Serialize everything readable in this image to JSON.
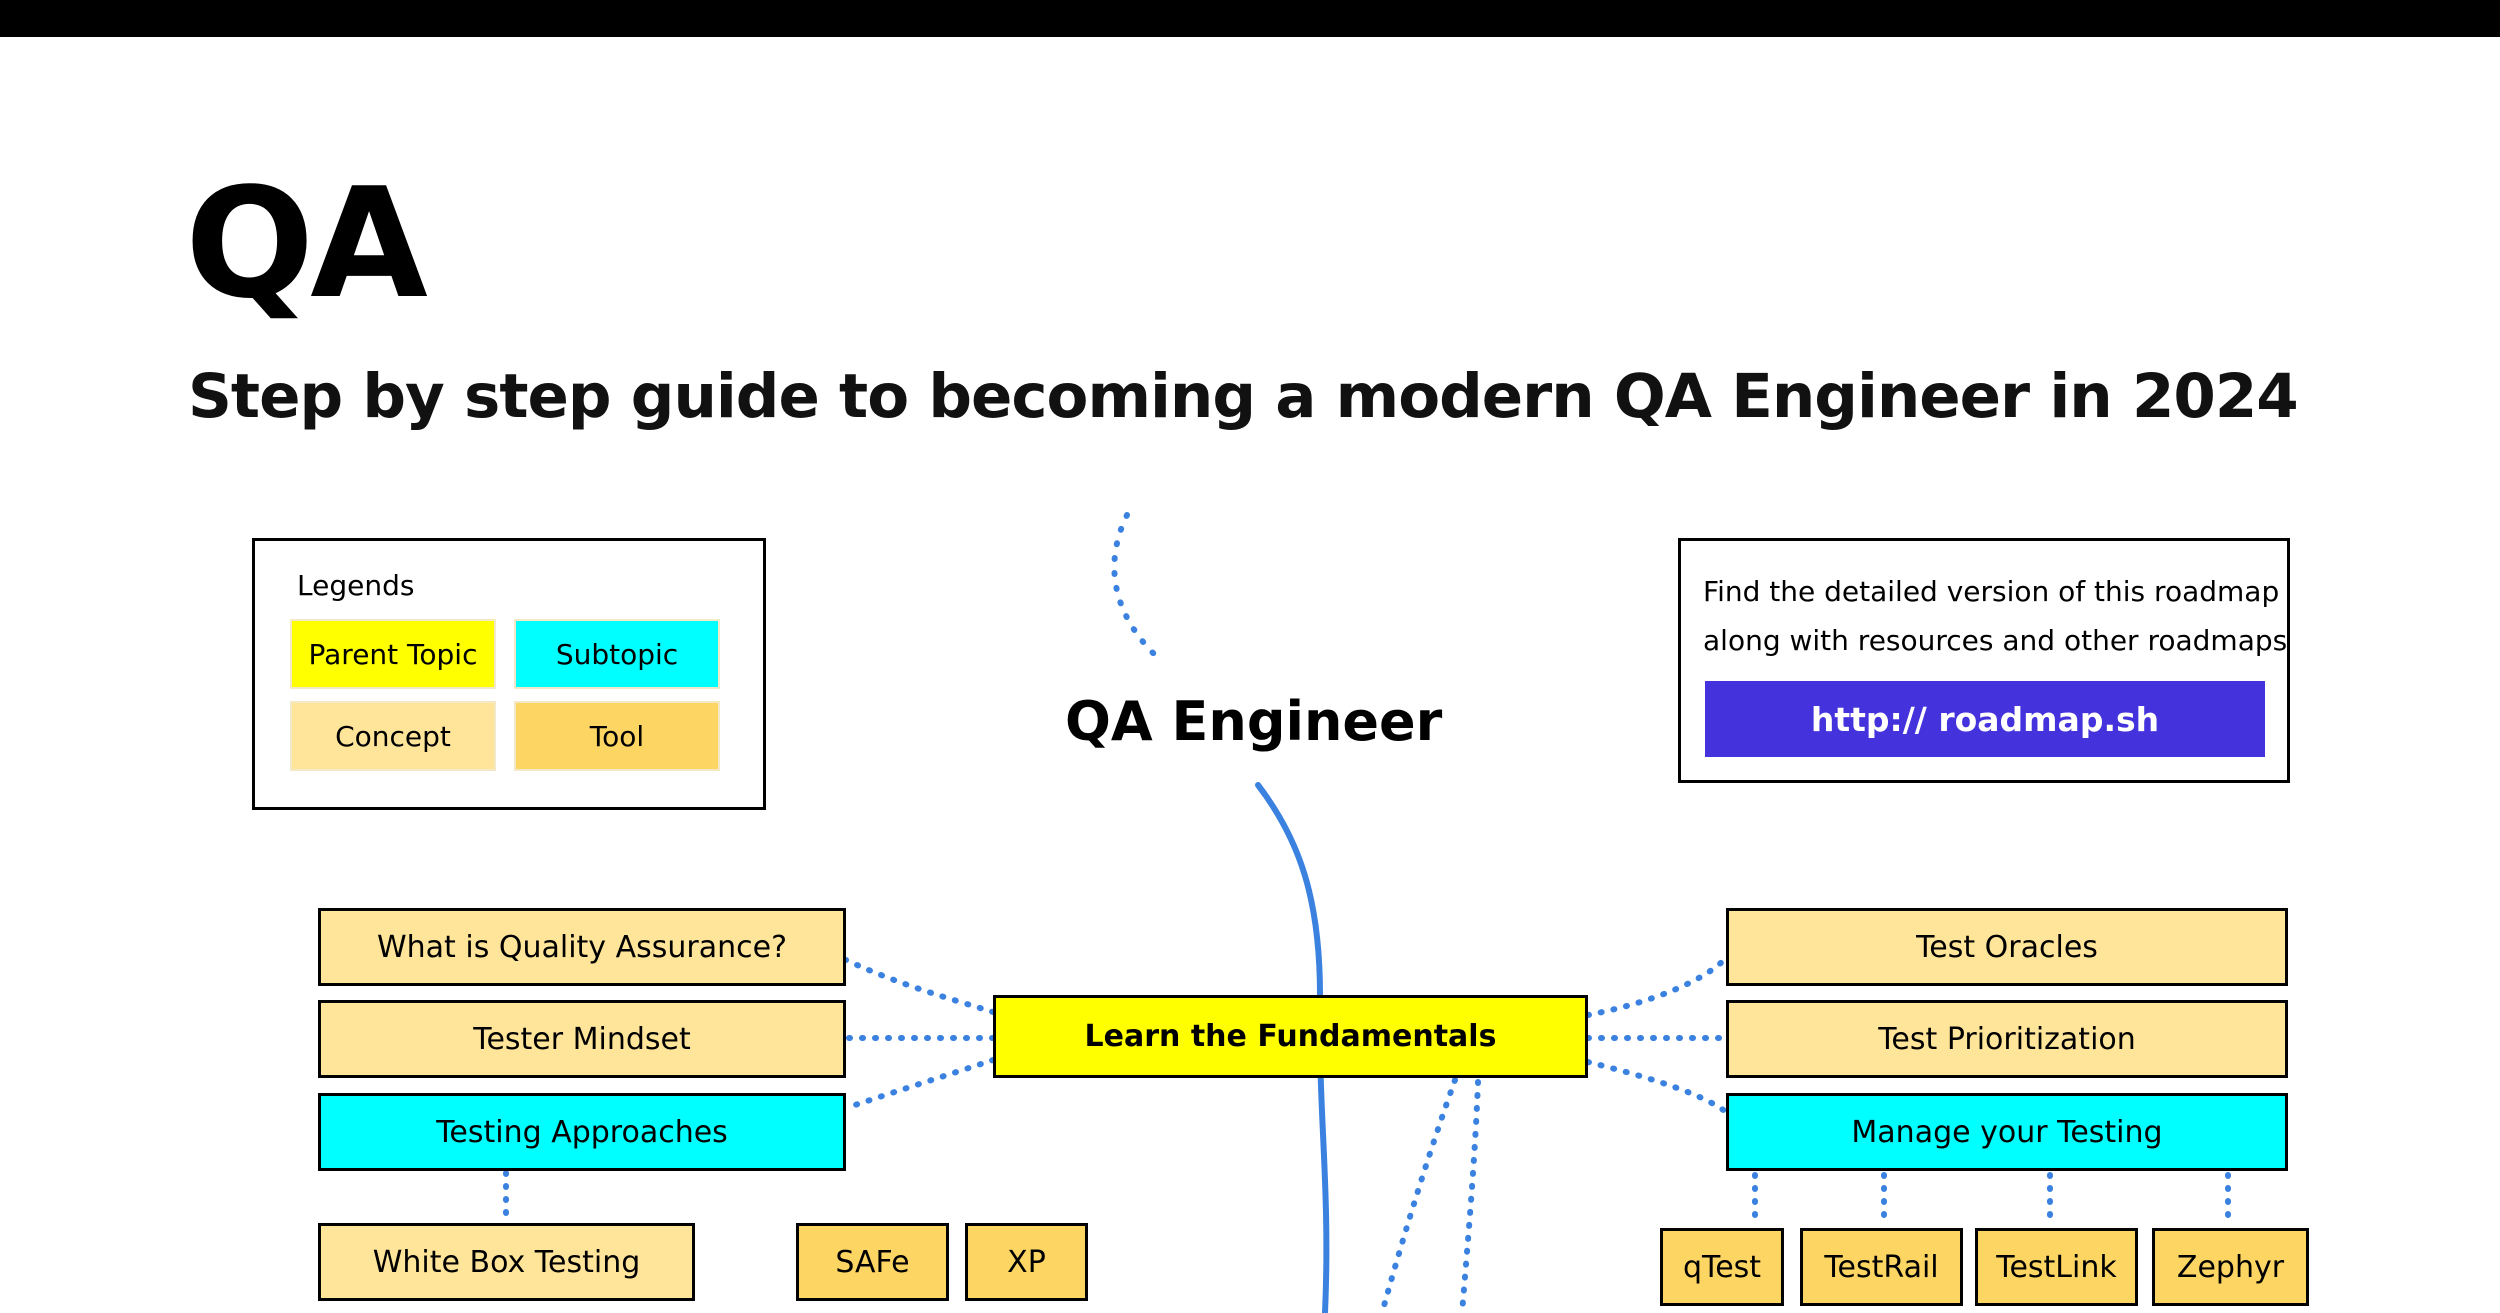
{
  "header": {
    "title": "QA",
    "subtitle": "Step by step guide to becoming a modern QA Engineer in 2024"
  },
  "legend": {
    "title": "Legends",
    "items": [
      {
        "label": "Parent Topic",
        "color": "#ffff00"
      },
      {
        "label": "Subtopic",
        "color": "#00ffff"
      },
      {
        "label": "Concept",
        "color": "#ffe599"
      },
      {
        "label": "Tool",
        "color": "#fdd563"
      }
    ]
  },
  "info": {
    "line1": "Find the detailed version of this roadmap",
    "line2": "along with resources and other roadmaps",
    "link_label": "http:// roadmap.sh",
    "link_color": "#4433dd"
  },
  "roadmap": {
    "title": "QA Engineer",
    "fundamentals": "Learn the Fundamentals",
    "left_topics": [
      "What is Quality Assurance?",
      "Tester Mindset",
      "Testing Approaches"
    ],
    "white_box": "White Box Testing",
    "methodologies": [
      "SAFe",
      "XP"
    ],
    "right_topics": [
      "Test Oracles",
      "Test Prioritization",
      "Manage your Testing"
    ],
    "tools": [
      "qTest",
      "TestRail",
      "TestLink",
      "Zephyr"
    ],
    "connector_color": "#3b82e0"
  }
}
